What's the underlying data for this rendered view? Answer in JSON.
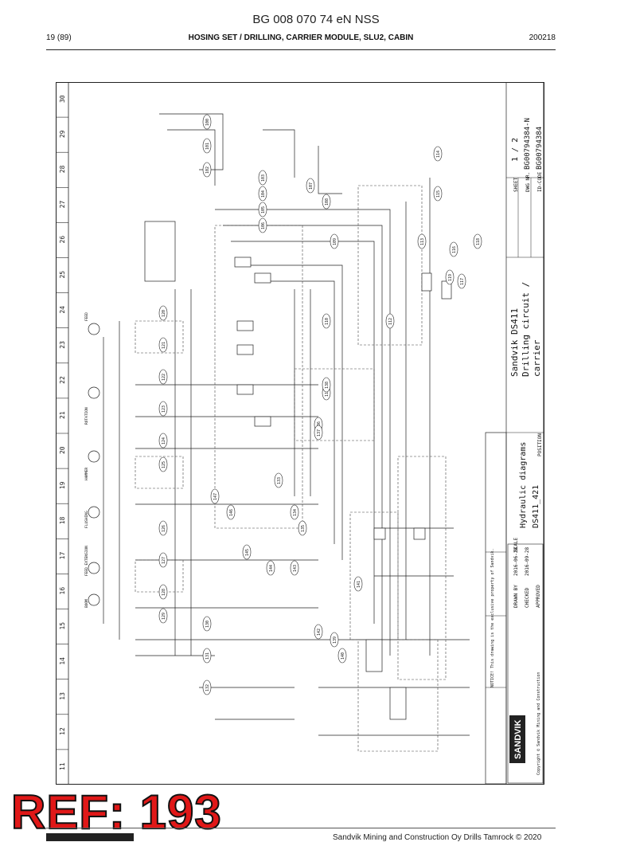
{
  "document": {
    "title": "BG 008 070 74 eN NSS",
    "page": "19 (89)",
    "section": "HOSING SET / DRILLING, CARRIER MODULE, SLU2, CABIN",
    "date": "200218"
  },
  "drawing": {
    "frame_numbers": [
      "30",
      "29",
      "28",
      "27",
      "26",
      "25",
      "24",
      "23",
      "22",
      "21",
      "20",
      "19",
      "18",
      "17",
      "16",
      "15",
      "14",
      "13",
      "12",
      "11"
    ],
    "title_block": {
      "company": "SANDVIK",
      "product": "Sandvik DS411",
      "subject_line1": "Drilling circuit /",
      "subject_line2": "carrier",
      "diagram_type": "Hydraulic diagrams",
      "drawing_name": "DS411_421",
      "position_label": "POSITION",
      "sheet_label": "SHEET",
      "sheet_value": "1 / 2",
      "dwg_label": "DWG NR.",
      "dwg_value": "BG00794384-N",
      "idcode_label": "ID-CODE",
      "idcode_value": "BG00794384",
      "drawn_label": "DRAWN BY",
      "drawn_date": "2016-06-28",
      "checked_label": "CHECKED",
      "checked_date": "2016-09-28",
      "approved_label": "APPROVED",
      "scale_label": "SCALE",
      "copyright": "Copyright © Sandvik Mining and Construction",
      "notice": "NOTICE! This drawing is the exclusive property of Sandvik."
    },
    "labels": [
      "FEED",
      "ROTATION",
      "HAMMER",
      "FLUSHING",
      "FEED EXTENSION",
      "BOOM"
    ],
    "ref_numbers": [
      "100",
      "101",
      "102",
      "103",
      "104",
      "105",
      "106",
      "107",
      "108",
      "109",
      "110",
      "111",
      "112",
      "113",
      "114",
      "115",
      "116",
      "117",
      "118",
      "119",
      "120",
      "121",
      "122",
      "123",
      "124",
      "125",
      "126",
      "127",
      "128",
      "129",
      "130",
      "131",
      "132",
      "133",
      "134",
      "135",
      "136",
      "137",
      "138",
      "139",
      "140",
      "141",
      "142",
      "143",
      "144",
      "145",
      "146",
      "147"
    ]
  },
  "stamp": {
    "text": "REF: 193"
  },
  "footer": {
    "text": "Sandvik Mining and Construction Oy Drills Tamrock © 2020"
  }
}
